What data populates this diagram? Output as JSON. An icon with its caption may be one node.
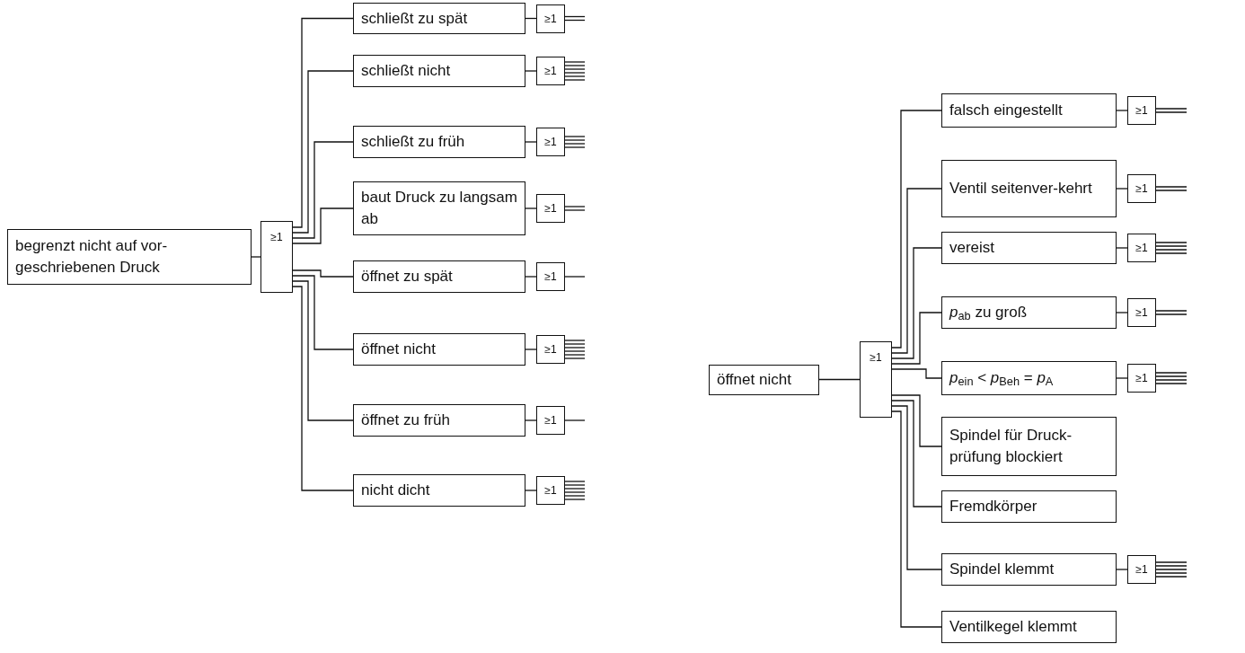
{
  "diagram": {
    "nodes": [
      {
        "text": [
          "begrenzt nicht auf vor-geschriebenen Druck"
        ]
      },
      {
        "text": [
          "≥1"
        ]
      },
      {
        "text": [
          "schließt zu spät"
        ]
      },
      {
        "text": [
          "schließt nicht"
        ]
      },
      {
        "text": [
          "schließt zu früh"
        ]
      },
      {
        "text": [
          "baut Druck zu langsam ab"
        ]
      },
      {
        "text": [
          "öffnet zu spät"
        ]
      },
      {
        "text": [
          "öffnet nicht"
        ]
      },
      {
        "text": [
          "öffnet zu früh"
        ]
      },
      {
        "text": [
          "nicht dicht"
        ]
      },
      {
        "text": [
          "≥1"
        ]
      },
      {
        "text": [
          "≥1"
        ]
      },
      {
        "text": [
          "≥1"
        ]
      },
      {
        "text": [
          "≥1"
        ]
      },
      {
        "text": [
          "≥1"
        ]
      },
      {
        "text": [
          "≥1"
        ]
      },
      {
        "text": [
          "≥1"
        ]
      },
      {
        "text": [
          "≥1"
        ]
      },
      {
        "text": [
          "öffnet nicht"
        ]
      },
      {
        "text": [
          "≥1"
        ]
      },
      {
        "text": [
          "falsch eingestellt"
        ]
      },
      {
        "text": [
          "Ventil seitenver-kehrt"
        ]
      },
      {
        "text": [
          "vereist"
        ]
      },
      {
        "text": [
          "*p*$_{ab}$ zu groß"
        ]
      },
      {
        "text": [
          "*p*$_{ein}$ < *p*$_{Beh}$ = *p*$_{A}$"
        ]
      },
      {
        "text": [
          "Spindel für Druck-prüfung blockiert"
        ]
      },
      {
        "text": [
          "Fremdkörper"
        ]
      },
      {
        "text": [
          "Spindel klemmt"
        ]
      },
      {
        "text": [
          "Ventilkegel klemmt"
        ]
      },
      {
        "text": [
          "≥1"
        ]
      },
      {
        "text": [
          "≥1"
        ]
      },
      {
        "text": [
          "≥1"
        ]
      },
      {
        "text": [
          "≥1"
        ]
      },
      {
        "text": [
          "≥1"
        ]
      },
      {
        "text": [
          "≥1"
        ]
      }
    ],
    "edges": [
      {
        "from": 0,
        "to": 1,
        "arrow": "none"
      },
      {
        "from": 1,
        "to": 2,
        "arrow": "none"
      },
      {
        "from": 1,
        "to": 3,
        "arrow": "none"
      },
      {
        "from": 1,
        "to": 4,
        "arrow": "none"
      },
      {
        "from": 1,
        "to": 5,
        "arrow": "none"
      },
      {
        "from": 1,
        "to": 6,
        "arrow": "none"
      },
      {
        "from": 1,
        "to": 7,
        "arrow": "none"
      },
      {
        "from": 1,
        "to": 8,
        "arrow": "none"
      },
      {
        "from": 1,
        "to": 9,
        "arrow": "none"
      },
      {
        "from": 2,
        "to": 10,
        "arrow": "none"
      },
      {
        "from": 3,
        "to": 11,
        "arrow": "none"
      },
      {
        "from": 4,
        "to": 12,
        "arrow": "none"
      },
      {
        "from": 5,
        "to": 13,
        "arrow": "none"
      },
      {
        "from": 6,
        "to": 14,
        "arrow": "none"
      },
      {
        "from": 7,
        "to": 15,
        "arrow": "none"
      },
      {
        "from": 8,
        "to": 16,
        "arrow": "none"
      },
      {
        "from": 9,
        "to": 17,
        "arrow": "none"
      },
      {
        "from": 10,
        "to": null,
        "arrow": "none"
      },
      {
        "from": 10,
        "to": null,
        "arrow": "none"
      },
      {
        "from": 11,
        "to": null,
        "arrow": "none"
      },
      {
        "from": 11,
        "to": null,
        "arrow": "none"
      },
      {
        "from": 11,
        "to": null,
        "arrow": "none"
      },
      {
        "from": 11,
        "to": null,
        "arrow": "none"
      },
      {
        "from": 11,
        "to": null,
        "arrow": "none"
      },
      {
        "from": 11,
        "to": null,
        "arrow": "none"
      },
      {
        "from": 12,
        "to": null,
        "arrow": "none"
      },
      {
        "from": 12,
        "to": null,
        "arrow": "none"
      },
      {
        "from": 12,
        "to": null,
        "arrow": "none"
      },
      {
        "from": 12,
        "to": null,
        "arrow": "none"
      },
      {
        "from": 13,
        "to": null,
        "arrow": "none"
      },
      {
        "from": 13,
        "to": null,
        "arrow": "none"
      },
      {
        "from": 14,
        "to": null,
        "arrow": "none"
      },
      {
        "from": 15,
        "to": null,
        "arrow": "none"
      },
      {
        "from": 15,
        "to": null,
        "arrow": "none"
      },
      {
        "from": 15,
        "to": null,
        "arrow": "none"
      },
      {
        "from": 15,
        "to": null,
        "arrow": "none"
      },
      {
        "from": 15,
        "to": null,
        "arrow": "none"
      },
      {
        "from": 15,
        "to": null,
        "arrow": "none"
      },
      {
        "from": 16,
        "to": null,
        "arrow": "none"
      },
      {
        "from": 17,
        "to": null,
        "arrow": "none"
      },
      {
        "from": 17,
        "to": null,
        "arrow": "none"
      },
      {
        "from": 17,
        "to": null,
        "arrow": "none"
      },
      {
        "from": 17,
        "to": null,
        "arrow": "none"
      },
      {
        "from": 17,
        "to": null,
        "arrow": "none"
      },
      {
        "from": 17,
        "to": null,
        "arrow": "none"
      },
      {
        "from": 18,
        "to": 19,
        "arrow": "none"
      },
      {
        "from": 19,
        "to": 20,
        "arrow": "none"
      },
      {
        "from": 19,
        "to": 21,
        "arrow": "none"
      },
      {
        "from": 19,
        "to": 22,
        "arrow": "none"
      },
      {
        "from": 19,
        "to": 23,
        "arrow": "none"
      },
      {
        "from": 19,
        "to": 24,
        "arrow": "none"
      },
      {
        "from": 19,
        "to": 25,
        "arrow": "none"
      },
      {
        "from": 19,
        "to": 26,
        "arrow": "none"
      },
      {
        "from": 19,
        "to": 27,
        "arrow": "none"
      },
      {
        "from": 19,
        "to": 28,
        "arrow": "none"
      },
      {
        "from": 20,
        "to": 29,
        "arrow": "none"
      },
      {
        "from": 21,
        "to": 30,
        "arrow": "none"
      },
      {
        "from": 22,
        "to": 31,
        "arrow": "none"
      },
      {
        "from": 23,
        "to": 32,
        "arrow": "none"
      },
      {
        "from": 24,
        "to": 33,
        "arrow": "none"
      },
      {
        "from": 27,
        "to": 34,
        "arrow": "none"
      },
      {
        "from": 29,
        "to": null,
        "arrow": "none"
      },
      {
        "from": 29,
        "to": null,
        "arrow": "none"
      },
      {
        "from": 30,
        "to": null,
        "arrow": "none"
      },
      {
        "from": 30,
        "to": null,
        "arrow": "none"
      },
      {
        "from": 31,
        "to": null,
        "arrow": "none"
      },
      {
        "from": 31,
        "to": null,
        "arrow": "none"
      },
      {
        "from": 31,
        "to": null,
        "arrow": "none"
      },
      {
        "from": 31,
        "to": null,
        "arrow": "none"
      },
      {
        "from": 32,
        "to": null,
        "arrow": "none"
      },
      {
        "from": 32,
        "to": null,
        "arrow": "none"
      },
      {
        "from": 33,
        "to": null,
        "arrow": "none"
      },
      {
        "from": 33,
        "to": null,
        "arrow": "none"
      },
      {
        "from": 33,
        "to": null,
        "arrow": "none"
      },
      {
        "from": 33,
        "to": null,
        "arrow": "none"
      },
      {
        "from": 34,
        "to": null,
        "arrow": "none"
      },
      {
        "from": 34,
        "to": null,
        "arrow": "none"
      },
      {
        "from": 34,
        "to": null,
        "arrow": "none"
      },
      {
        "from": 34,
        "to": null,
        "arrow": "none"
      },
      {
        "from": 34,
        "to": null,
        "arrow": "none"
      }
    ]
  }
}
